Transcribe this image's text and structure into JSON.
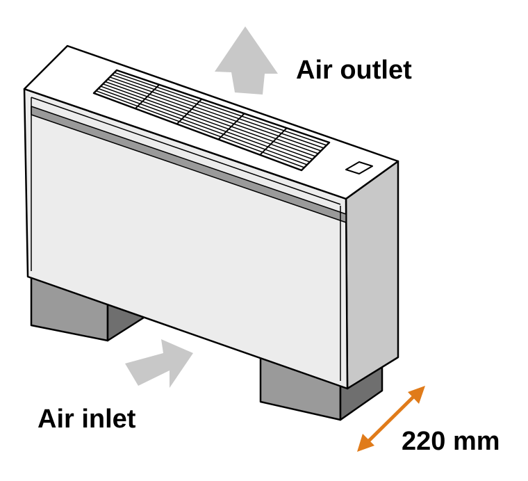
{
  "labels": {
    "air_outlet": "Air outlet",
    "air_inlet": "Air inlet",
    "depth": "220 mm"
  },
  "icons": {
    "outlet_arrow": "up-arrow-icon",
    "inlet_arrow": "diagonal-arrow-icon",
    "dimension_arrow": "double-headed-arrow-icon"
  },
  "colors": {
    "outline": "#000000",
    "panel_light": "#ececec",
    "panel_white": "#ffffff",
    "side_panel": "#c8c8c8",
    "feet_front": "#9a9a9a",
    "feet_side": "#6f6f6f",
    "airflow_arrow": "#c8c8c8",
    "dimension_arrow": "#e07b1a"
  }
}
